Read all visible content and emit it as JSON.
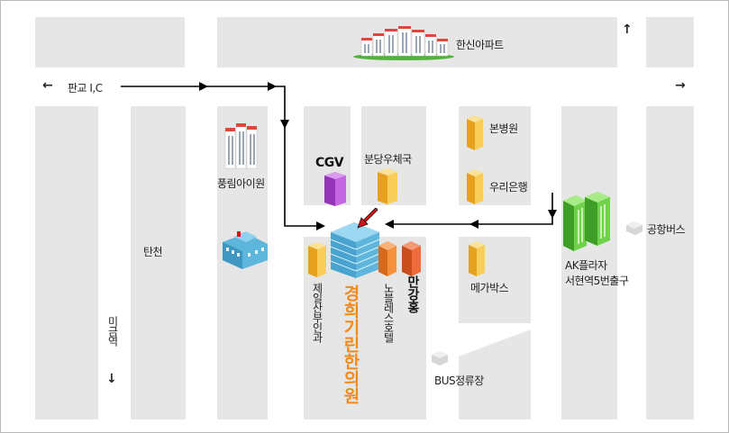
{
  "labels": {
    "hanshin_apt": "한신아파트",
    "pangyo_ic": "판교 I,C",
    "pungrim": "풍림아이원",
    "cgv": "CGV",
    "post_office": "분당우체국",
    "bonbyeongwon": "본병원",
    "woori_bank": "우리은행",
    "airport_bus": "공항버스",
    "ak_plaza_line1": "AK플라자",
    "ak_plaza_line2": "서현역5번출구",
    "tancheon": "탄천",
    "migeumyeok": "미금역",
    "clinic": "경희기린한의원",
    "jeil_obgyn": "제일산부인과",
    "novotel": "노블레스호텔",
    "mangangsong": "만강홍",
    "megabox": "메가박스",
    "bus_stop": "BUS정류장"
  },
  "icons": {
    "arrow_up": "↑",
    "arrow_left": "←",
    "arrow_right": "→",
    "arrow_down": "↓"
  },
  "colors": {
    "block": "#e6e6e6",
    "route": "#000000",
    "clinic_text": "#f08a1c",
    "building_yellow": "#f5b733",
    "building_orange": "#f07a23",
    "building_green": "#5bc43a",
    "building_purple": "#b34ad6",
    "building_blue": "#5fb6dd",
    "marker": "#d8141a"
  }
}
